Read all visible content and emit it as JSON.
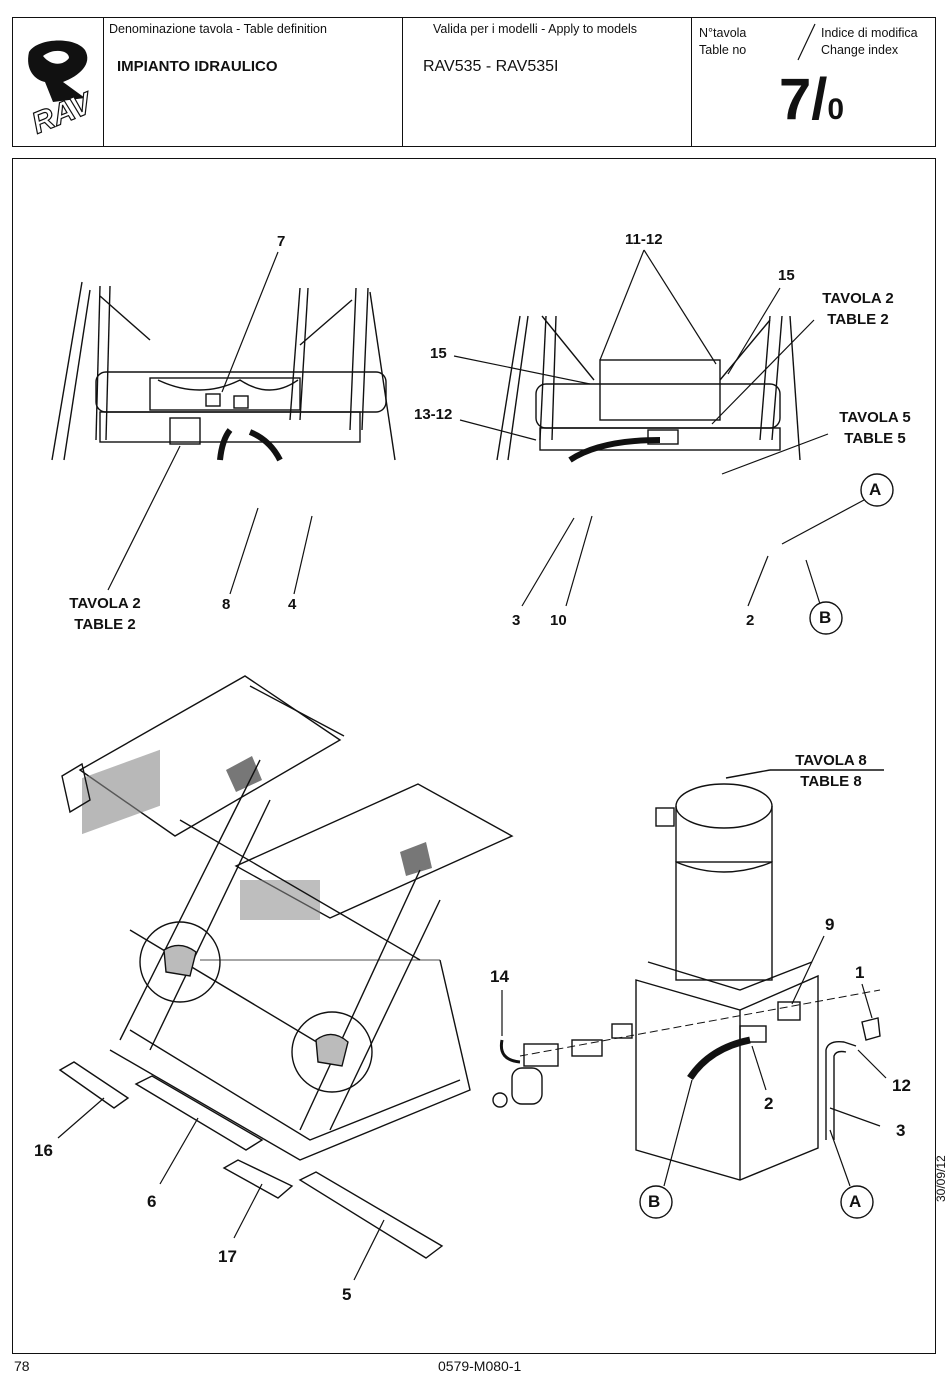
{
  "header": {
    "logo_text": "RAV",
    "table_def_label": "Denominazione tavola - Table definition",
    "title": "IMPIANTO IDRAULICO",
    "models_label": "Valida per i modelli - Apply to models",
    "models": "RAV535 - RAV535I",
    "table_no_label_it": "N°tavola",
    "table_no_label_en": "Table no",
    "change_index_label_it": "Indice di modifica",
    "change_index_label_en": "Change index",
    "table_number": "7/",
    "change_index": "0"
  },
  "callouts": {
    "c7": "7",
    "c8": "8",
    "c4": "4",
    "tav2_left_it": "TAVOLA 2",
    "tav2_left_en": "TABLE 2",
    "c11_12": "11-12",
    "c15_top": "15",
    "c15_left": "15",
    "c13_12": "13-12",
    "tav2_right_it": "TAVOLA 2",
    "tav2_right_en": "TABLE 2",
    "tav5_it": "TAVOLA 5",
    "tav5_en": "TABLE 5",
    "A_top": "A",
    "B_top": "B",
    "c3_top": "3",
    "c10": "10",
    "c2_top": "2",
    "tav8_it": "TAVOLA  8",
    "tav8_en": "TABLE 8",
    "c9": "9",
    "c1": "1",
    "c14": "14",
    "c12": "12",
    "c2": "2",
    "c3": "3",
    "B_bottom": "B",
    "A_bottom": "A",
    "c16": "16",
    "c6": "6",
    "c17": "17",
    "c5": "5"
  },
  "footer": {
    "page_number": "78",
    "doc_code": "0579-M080-1",
    "date": "30/09/12"
  }
}
